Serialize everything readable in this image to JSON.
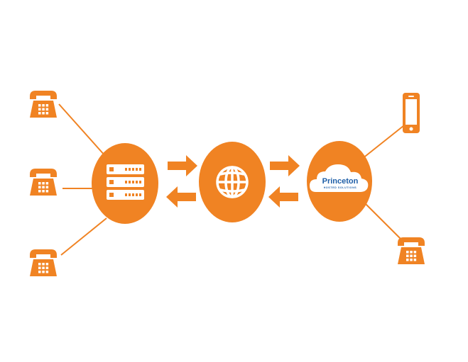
{
  "colors": {
    "accent": "#f08323",
    "background": "#ffffff",
    "brand_blue": "#1f5fa8",
    "icon_white": "#ffffff"
  },
  "hub_server": {
    "icon": "server-rack-icon"
  },
  "hub_internet": {
    "icon": "globe-icon"
  },
  "hub_cloud": {
    "icon": "cloud-icon",
    "brand": "Princeton",
    "tagline": "HOSTED SOLUTIONS"
  },
  "left_devices": [
    {
      "icon": "desk-phone-icon"
    },
    {
      "icon": "desk-phone-icon"
    },
    {
      "icon": "desk-phone-icon"
    }
  ],
  "right_devices": [
    {
      "icon": "mobile-phone-icon"
    },
    {
      "icon": "desk-phone-icon"
    }
  ],
  "arrows": [
    {
      "between": "server-internet",
      "icon": "bidirectional-arrow-icon"
    },
    {
      "between": "internet-cloud",
      "icon": "bidirectional-arrow-icon"
    }
  ]
}
